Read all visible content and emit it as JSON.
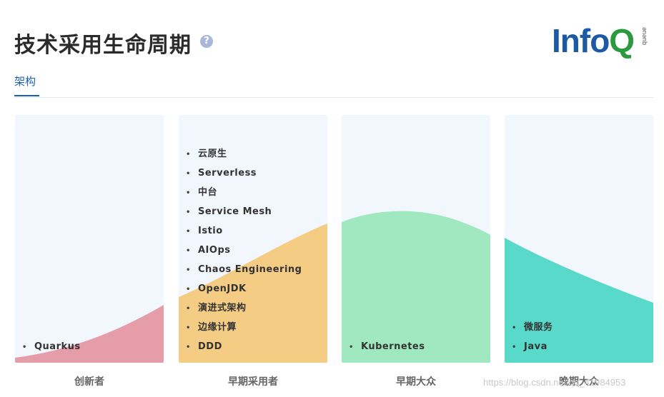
{
  "header": {
    "title": "技术采用生命周期",
    "help_icon": "question-circle-icon",
    "logo": {
      "text_main": "Info",
      "text_q": "Q",
      "text_sub": "queue"
    }
  },
  "tabs": [
    {
      "label": "架构",
      "active": true
    }
  ],
  "columns": [
    {
      "stage": "创新者",
      "curve_color": "#e59daa",
      "items": [
        "Quarkus"
      ]
    },
    {
      "stage": "早期采用者",
      "curve_color": "#f5cc84",
      "items": [
        "云原生",
        "Serverless",
        "中台",
        "Service Mesh",
        "Istio",
        "AIOps",
        "Chaos Engineering",
        "OpenJDK",
        "演进式架构",
        "边缘计算",
        "DDD"
      ]
    },
    {
      "stage": "早期大众",
      "curve_color": "#a0e8bf",
      "items": [
        "Kubernetes"
      ]
    },
    {
      "stage": "晚期大众",
      "curve_color": "#58d9c9",
      "items": [
        "微服务",
        "Java"
      ]
    }
  ],
  "colors": {
    "panel_bg": "#f2f6fd",
    "accent": "#1a5fb4"
  },
  "watermark": "https://blog.csdn.net/qq_41984953"
}
